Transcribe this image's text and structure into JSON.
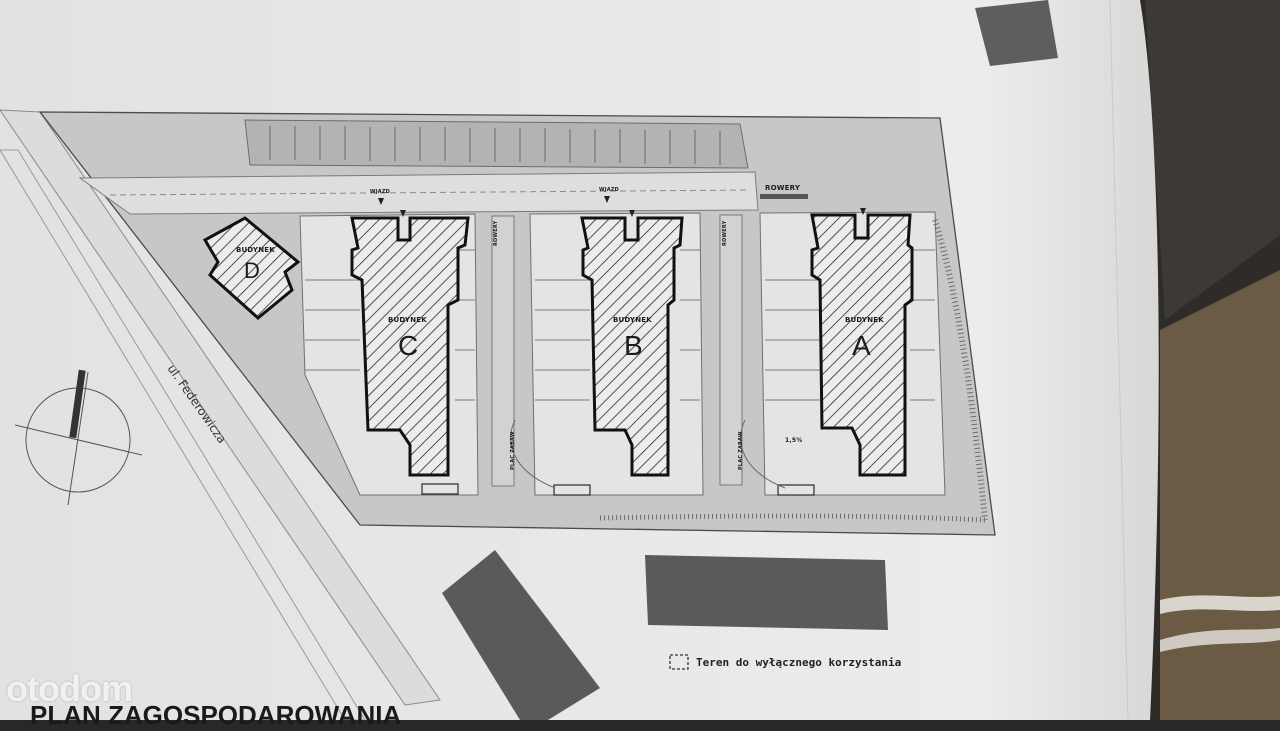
{
  "plan": {
    "buildings": [
      {
        "id": "c",
        "heading": "BUDYNEK",
        "letter": "C"
      },
      {
        "id": "b",
        "heading": "BUDYNEK",
        "letter": "B"
      },
      {
        "id": "a",
        "heading": "BUDYNEK",
        "letter": "A"
      },
      {
        "id": "d",
        "heading": "BUDYNEK",
        "letter": "D"
      }
    ],
    "entrance_label": "WJAZD",
    "bikes_label": "ROWERY",
    "playground_label": "PLAC ZABAW",
    "slope_label": "1,5%",
    "street_label": "ul. Federowicza",
    "legend_text": "Teren do wyłącznego korzystania",
    "drawing_title": "PLAN ZAGOSPODAROWANIA"
  },
  "watermark": "otodom",
  "colors": {
    "paper": "#e9e9e7",
    "hatch_area": "#b9b9b7",
    "building_outline": "#111111",
    "dark_block": "#5a5a5a",
    "background": "#2a2826"
  }
}
